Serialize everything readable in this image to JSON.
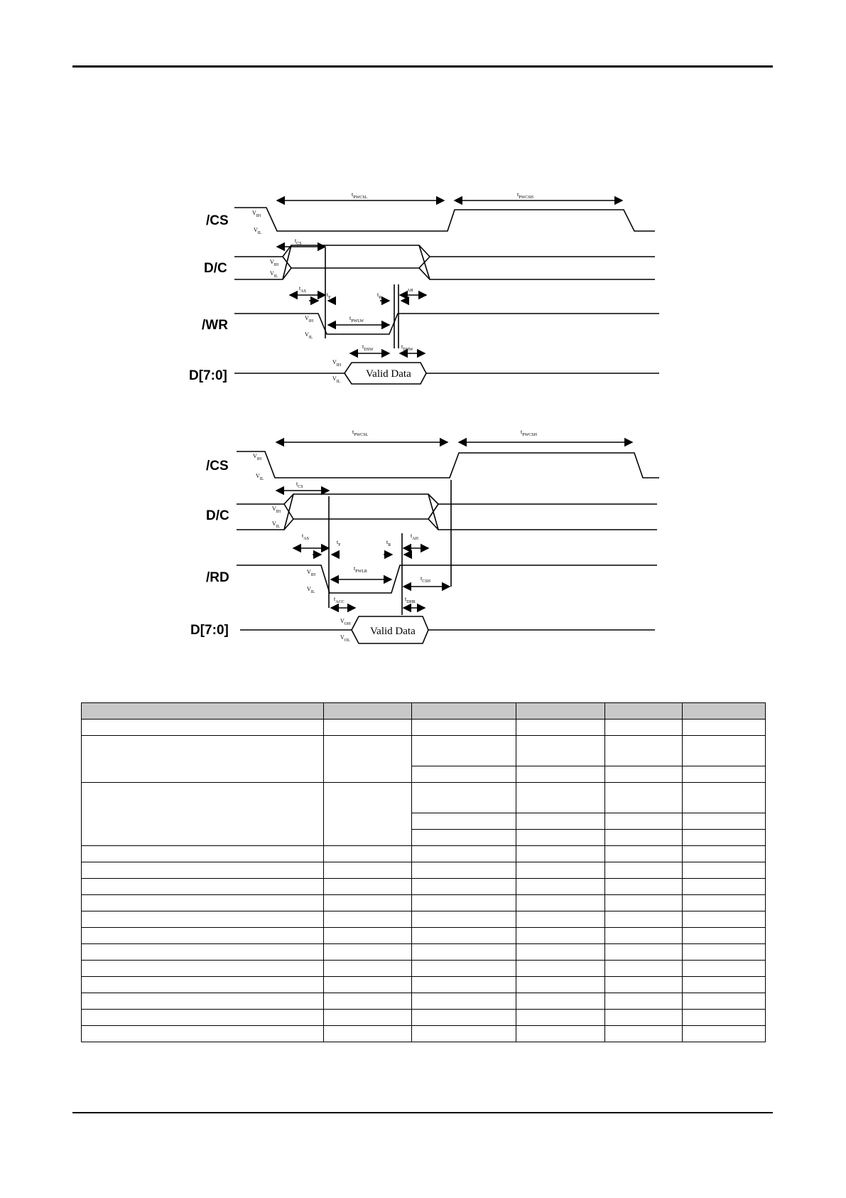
{
  "write_diagram": {
    "signals": [
      "/CS",
      "D/C",
      "/WR",
      "D[7:0]"
    ],
    "data_label": "Valid Data",
    "timing_labels": {
      "pwcsl": [
        "t",
        "PWCSL"
      ],
      "pwcsh": [
        "t",
        "PWCSH"
      ],
      "cs": [
        "t",
        "CS"
      ],
      "as": [
        "t",
        "AS"
      ],
      "f": [
        "t",
        "F"
      ],
      "r": [
        "t",
        "R"
      ],
      "ah": [
        "",
        "AH"
      ],
      "pwlw": [
        "t",
        "PWLW"
      ],
      "dsw": [
        "t",
        "DSW"
      ],
      "dhw": [
        "t",
        "DHW"
      ]
    },
    "levels": {
      "cs_vih": [
        "V",
        "IH"
      ],
      "cs_vil": [
        "V",
        "IL"
      ],
      "dc_vih": [
        "V",
        "IH"
      ],
      "dc_vil": [
        "V",
        "IL"
      ],
      "wr_vih": [
        "V",
        "IH"
      ],
      "wr_vil": [
        "V",
        "IL"
      ],
      "d_vih": [
        "V",
        "IH"
      ],
      "d_vil": [
        "V",
        "IL"
      ]
    }
  },
  "read_diagram": {
    "signals": [
      "/CS",
      "D/C",
      "/RD",
      "D[7:0]"
    ],
    "data_label": "Valid Data",
    "timing_labels": {
      "pwcsl": [
        "t",
        "PWCSL"
      ],
      "pwcsh": [
        "t",
        "PWCSH"
      ],
      "cs": [
        "t",
        "CS"
      ],
      "as": [
        "t",
        "AS"
      ],
      "f": [
        "t",
        "F"
      ],
      "r": [
        "t",
        "R"
      ],
      "ah": [
        "t",
        "AH"
      ],
      "pwlr": [
        "t",
        "PWLR"
      ],
      "csh": [
        "t",
        "CSH"
      ],
      "acc": [
        "t",
        "ACC"
      ],
      "dhr": [
        "t",
        "DHR"
      ]
    },
    "levels": {
      "cs_vih": [
        "V",
        "IH"
      ],
      "cs_vil": [
        "V",
        "IL"
      ],
      "dc_vih": [
        "V",
        "IH"
      ],
      "dc_vil": [
        "V",
        "IL"
      ],
      "rd_vih": [
        "V",
        "IH"
      ],
      "rd_vil": [
        "V",
        "IL"
      ],
      "d_voh": [
        "V",
        "OH"
      ],
      "d_vol": [
        "V",
        "OL"
      ]
    }
  },
  "table": {
    "header": [
      "",
      "",
      "",
      "",
      "",
      ""
    ],
    "rows": []
  }
}
